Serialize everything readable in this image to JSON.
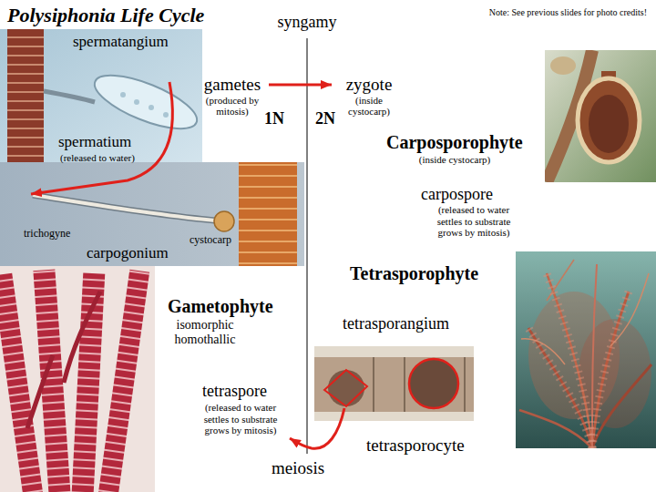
{
  "diagram": {
    "title": "Polysiphonia Life Cycle",
    "nodes": [
      {
        "text": [
          "gametes",
          "(produced by mitosis)"
        ]
      },
      {
        "text": [
          "zygote",
          "(inside cystocarp)"
        ]
      }
    ],
    "edges": [
      {
        "from": 0,
        "to": 1,
        "arrow": "to"
      }
    ],
    "labels": [
      "Note: See previous slides for photo credits!",
      "spermatangium",
      "syngamy",
      "1N",
      "2N",
      "spermatium",
      "(released to water)",
      "Carposporophyte",
      "(inside cystocarp)",
      "trichogyne",
      "cystocarp",
      "carpogonium",
      "carpospore",
      "(released to water settles to substrate grows by mitosis)",
      "Tetrasporophyte",
      "Gametophyte",
      "isomorphic homothallic",
      "tetrasporangium",
      "tetraspore",
      "(released to water settles to substrate grows by mitosis)",
      "tetrasporocyte",
      "meiosis"
    ]
  }
}
